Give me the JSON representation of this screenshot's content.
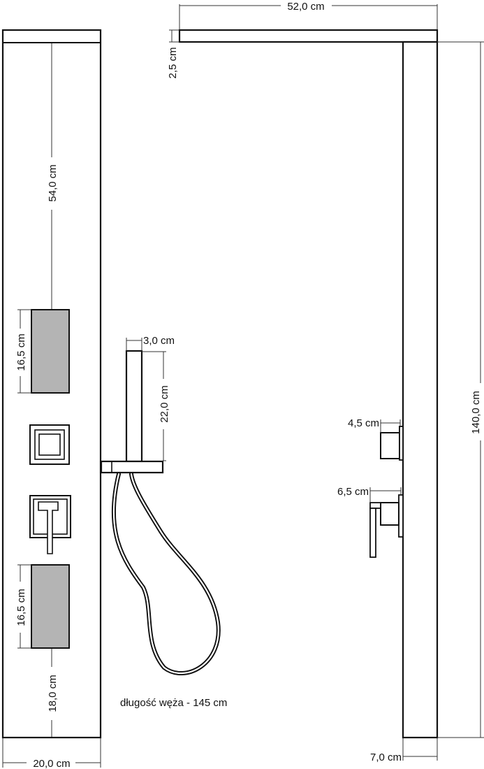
{
  "colors": {
    "line": "#111111",
    "panel_fill": "#b4b4b4",
    "hose": "#111111",
    "background": "#ffffff"
  },
  "dimensions": {
    "top_width": "52,0 cm",
    "head_thickness": "2,5 cm",
    "upper_height": "54,0 cm",
    "panel_top_height": "16,5 cm",
    "panel_bottom_height": "16,5 cm",
    "bottom_height": "18,0 cm",
    "front_width": "20,0 cm",
    "handshower_width": "3,0 cm",
    "handshower_height": "22,0 cm",
    "total_height": "140,0 cm",
    "side_depth": "7,0 cm",
    "knob_depth": "4,5 cm",
    "lever_depth": "6,5 cm"
  },
  "note": "długość węża - 145 cm"
}
